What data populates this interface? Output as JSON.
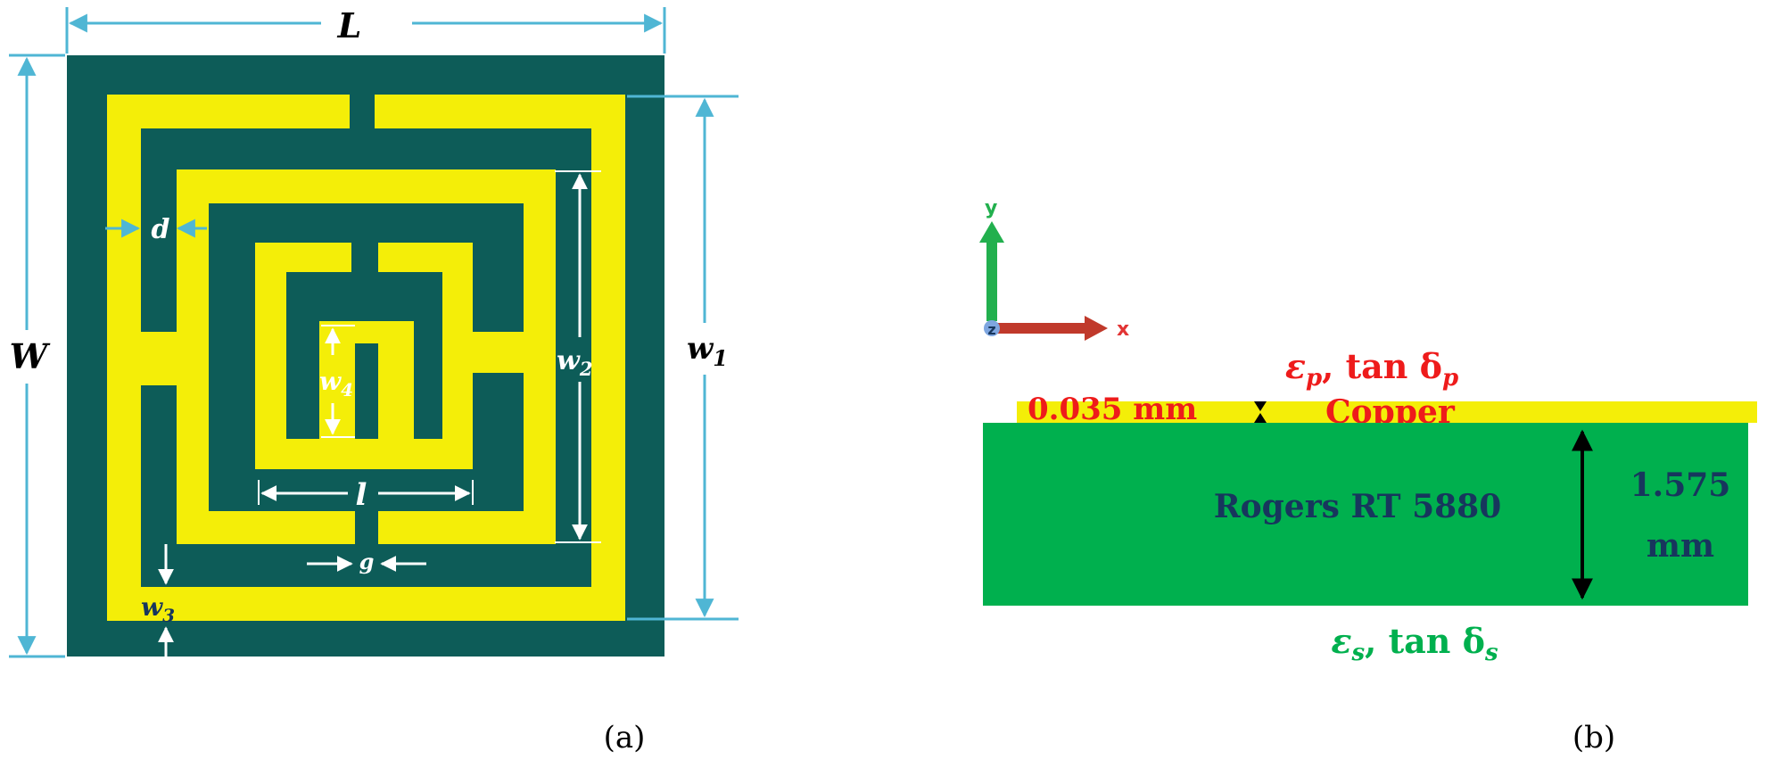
{
  "panel_a": {
    "caption": "(a)",
    "dims": {
      "L": "L",
      "W": "W",
      "w1_base": "w",
      "w1_sub": "1",
      "w2_base": "w",
      "w2_sub": "2",
      "w3_base": "w",
      "w3_sub": "3",
      "w4_base": "w",
      "w4_sub": "4",
      "d": "d",
      "l": "l",
      "g": "g"
    },
    "colors": {
      "substrate": "#0d5c58",
      "metal": "#f4ee08",
      "dimension": "#4fb6d4",
      "inner_dimension": "#ffffff"
    }
  },
  "panel_b": {
    "caption": "(b)",
    "axis_y": "y",
    "axis_x": "x",
    "axis_z": "z",
    "patch_eps_sym": "ε",
    "patch_eps_sub": "p",
    "patch_tan": ", tan δ",
    "patch_tan_sub": "p",
    "copper_thickness": "0.035 mm",
    "copper_label": "Copper",
    "substrate_label": "Rogers RT 5880",
    "substrate_thickness_line1": "1.575",
    "substrate_thickness_line2": "mm",
    "sub_eps_sym": "ε",
    "sub_eps_sub": "s",
    "sub_tan": ", tan δ",
    "sub_tan_sub": "s",
    "colors": {
      "copper": "#f4ee08",
      "substrate": "#00b04e",
      "patch_text": "#ee1b1b",
      "substrate_text": "#17365d",
      "substrate_prop_text": "#00b04e",
      "axis_y": "#22b04e",
      "axis_x": "#c0392b",
      "axis_z": "#7ea6e0"
    }
  }
}
